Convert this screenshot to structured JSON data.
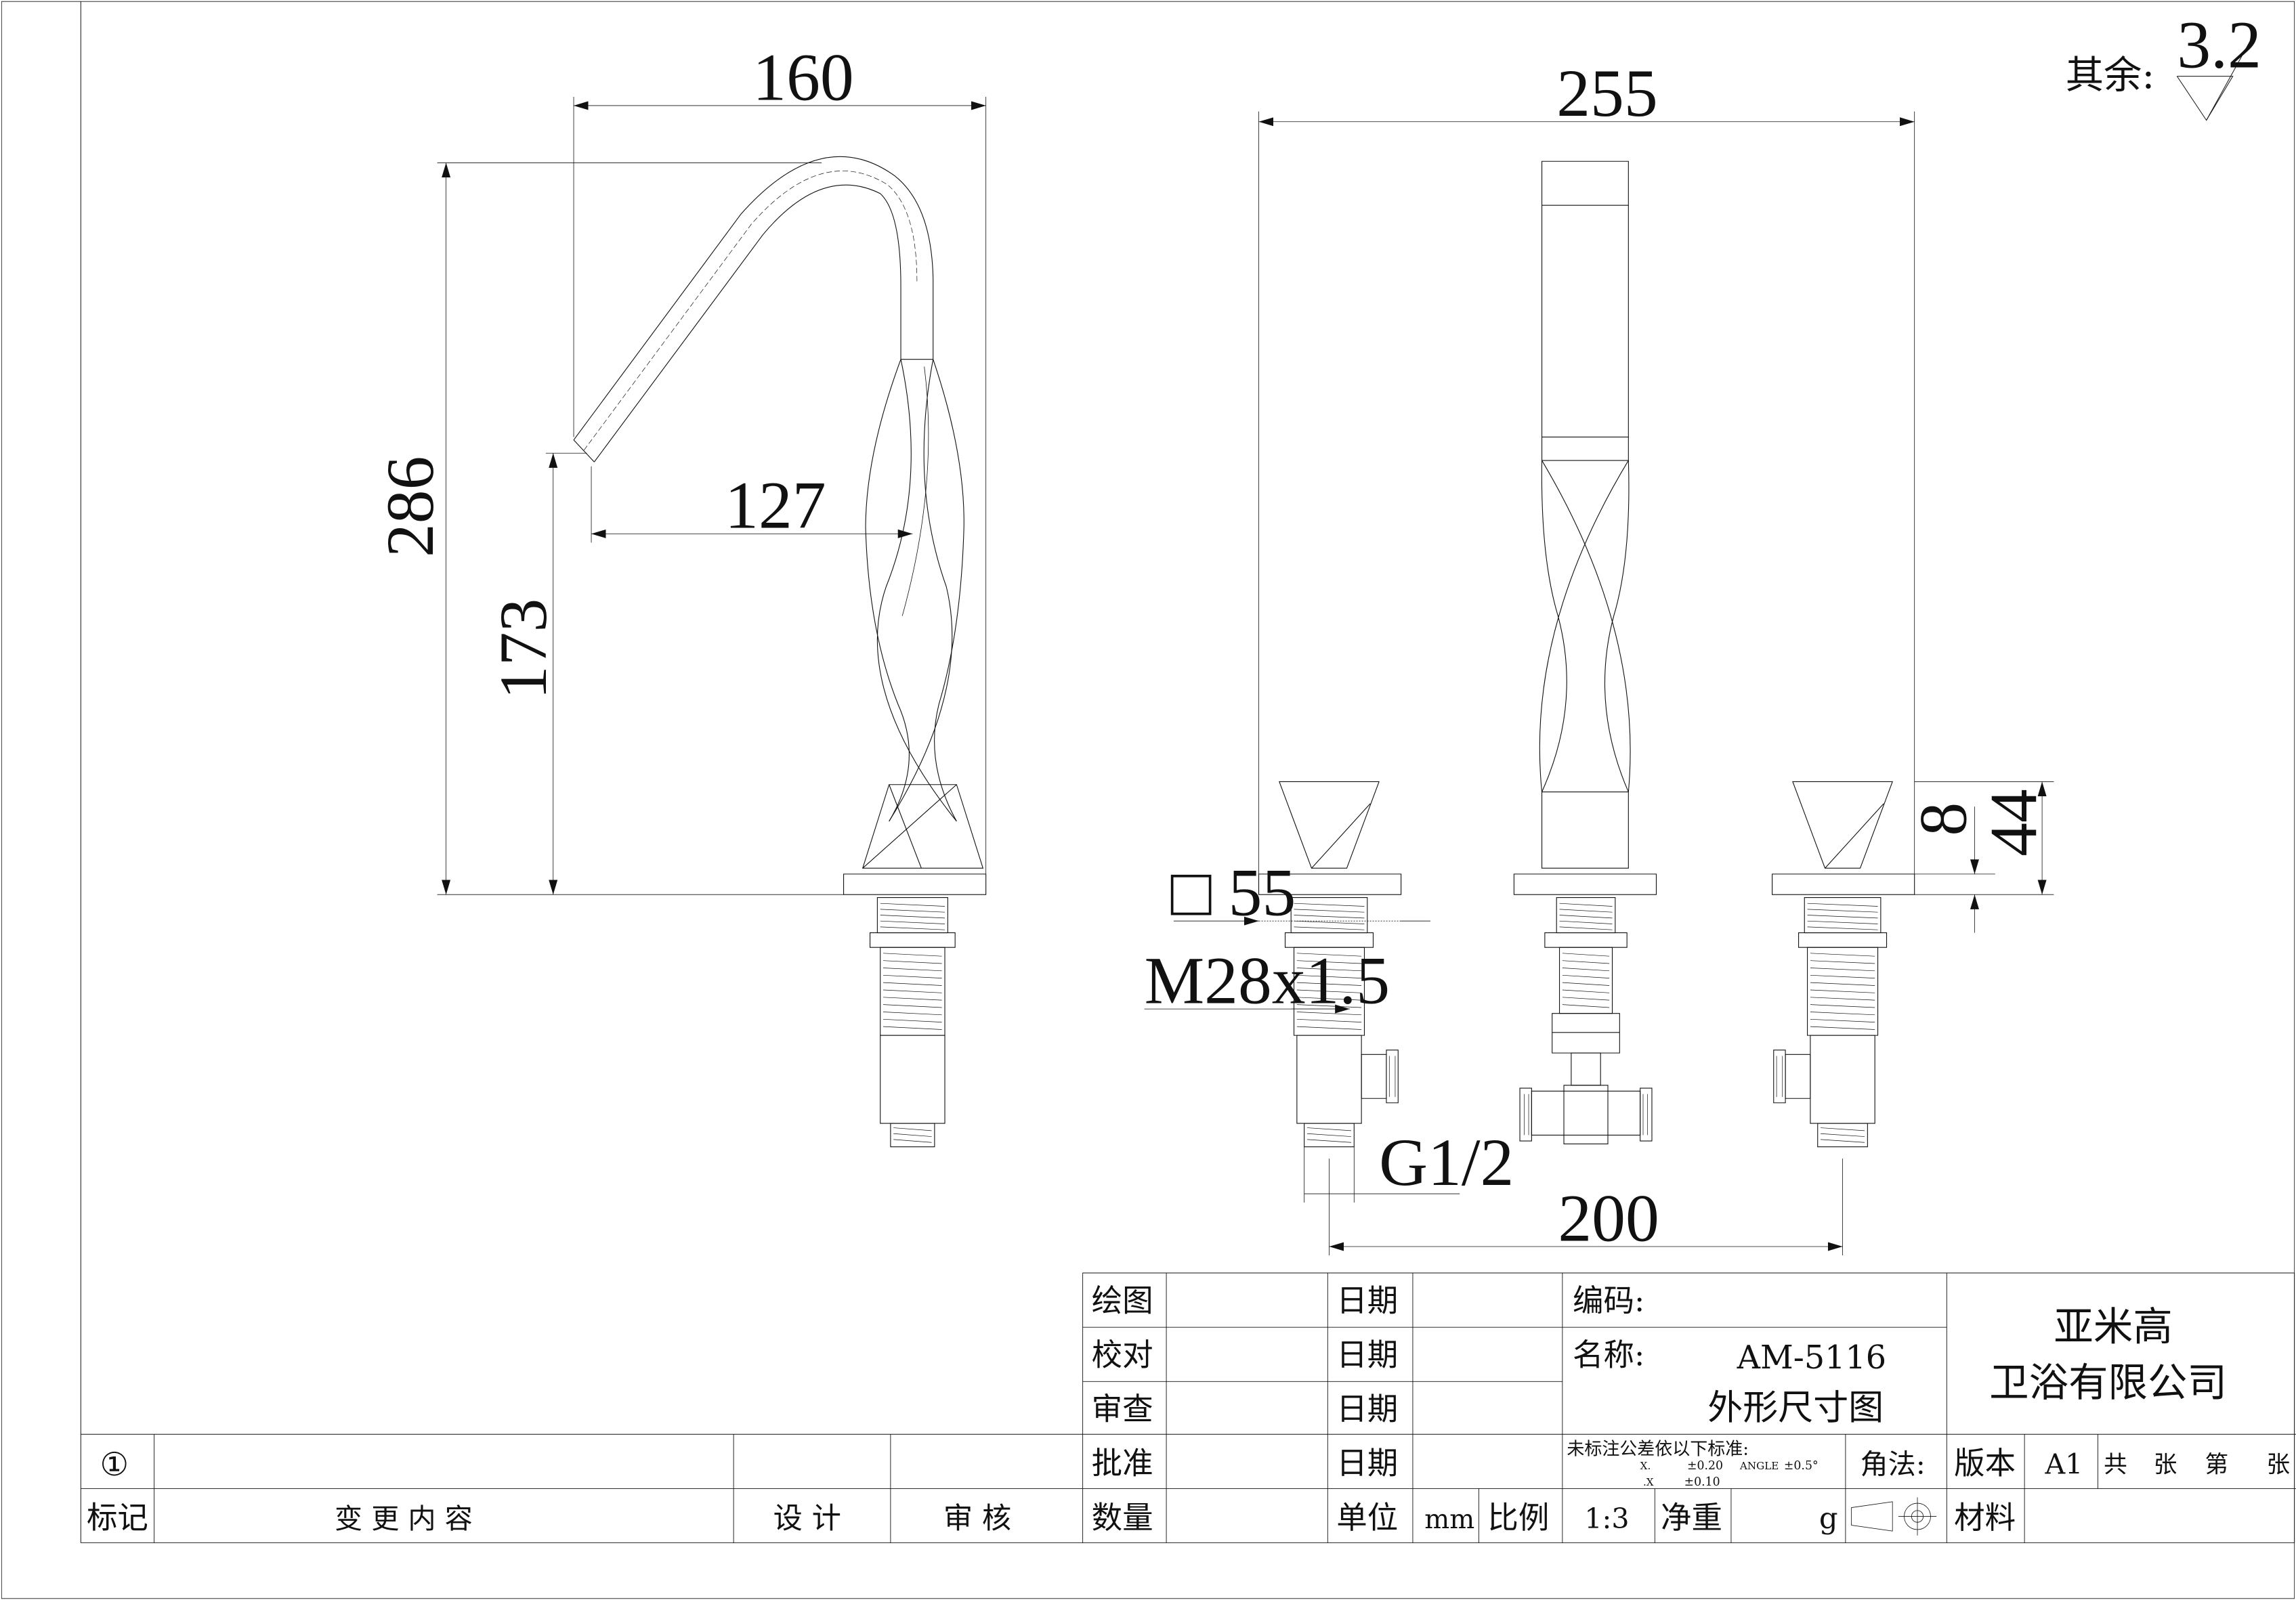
{
  "surface_note": {
    "prefix": "其余:",
    "roughness": "3.2"
  },
  "dimensions": {
    "spout_reach_overall": "160",
    "spout_height_overall": "286",
    "spout_outlet_reach": "127",
    "spout_outlet_height": "173",
    "set_width_overall": "255",
    "flange_square": "□ 55",
    "thread_spec": "M28x1.5",
    "inlet_thread": "G1/2",
    "handle_centres": "200",
    "handle_thickness": "8",
    "handle_height": "44"
  },
  "title_block": {
    "rows": [
      {
        "role": "绘图",
        "date_label": "日期"
      },
      {
        "role": "校对",
        "date_label": "日期"
      },
      {
        "role": "审查",
        "date_label": "日期"
      },
      {
        "role": "批准",
        "date_label": "日期"
      }
    ],
    "code_label": "编码:",
    "name_label": "名称:",
    "model": "AM-5116",
    "drawing_title": "外形尺寸图",
    "company_line1": "亚米高",
    "company_line2": "卫浴有限公司",
    "tolerance_title": "未标注公差依以下标准:",
    "tol_x_label": "X.",
    "tol_x_value": "±0.20",
    "tol_angle_label": "ANGLE",
    "tol_angle_value": "±0.5°",
    "tol_xx_label": ".X",
    "tol_xx_value": "±0.10",
    "projection_label": "角法:",
    "version_label": "版本",
    "version_value": "A1",
    "sheets_total_label": "共",
    "sheets_total_unit": "张",
    "sheet_no_label": "第",
    "sheet_no_unit": "张",
    "quantity_label": "数量",
    "unit_label": "单位",
    "unit_value": "mm",
    "scale_label": "比例",
    "scale_value": "1:3",
    "weight_label": "净重",
    "weight_unit": "g",
    "material_label": "材料",
    "revision_marker": "①",
    "rev_col_mark": "标记",
    "rev_col_content": "变 更 内 容",
    "rev_col_design": "设 计",
    "rev_col_review": "审 核"
  }
}
